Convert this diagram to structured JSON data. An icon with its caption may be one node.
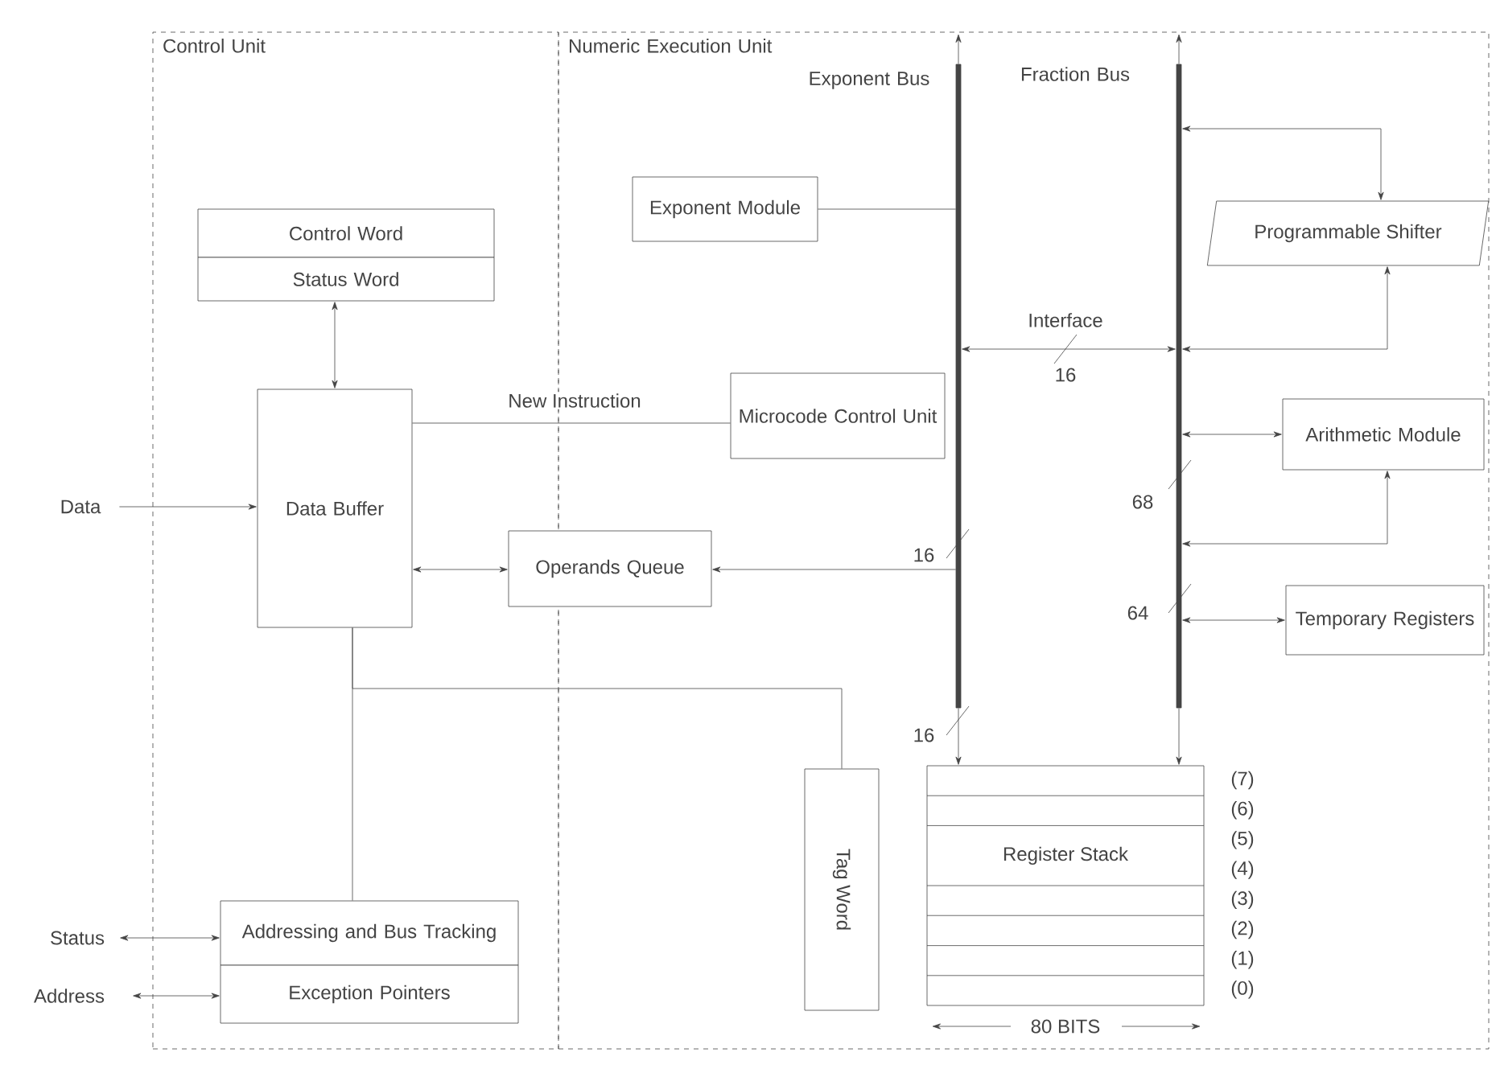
{
  "diagram": {
    "nodes": [
      {
        "text": [
          "Control Unit"
        ]
      },
      {
        "text": [
          "Numeric Execution Unit"
        ]
      },
      {
        "text": [
          "Control Word"
        ],
        "in": 0
      },
      {
        "text": [
          "Status Word"
        ],
        "in": 0
      },
      {
        "text": [
          "Data Buffer"
        ],
        "in": 0
      },
      {
        "text": [
          "Addressing and Bus Tracking"
        ],
        "in": 0
      },
      {
        "text": [
          "Exception Pointers"
        ],
        "in": 0
      },
      {
        "text": [
          "Exponent Module"
        ],
        "in": 1
      },
      {
        "text": [
          "Microcode Control Unit"
        ],
        "in": 1
      },
      {
        "text": [
          "Operands Queue"
        ]
      },
      {
        "text": [
          "Programmable Shifter"
        ],
        "in": 1
      },
      {
        "text": [
          "Arithmetic Module"
        ],
        "in": 1
      },
      {
        "text": [
          "Temporary Registers"
        ],
        "in": 1
      },
      {
        "text": [
          "Tag Word"
        ],
        "in": 1
      },
      {
        "text": [
          "Register Stack"
        ],
        "in": 1
      },
      {
        "text": [
          "Data"
        ]
      },
      {
        "text": [
          "Status"
        ]
      },
      {
        "text": [
          "Address"
        ]
      },
      {
        "text": [],
        "shape": "bar",
        "beside": [
          "Exponent Bus"
        ],
        "in": 1
      },
      {
        "text": [],
        "shape": "bar",
        "beside": [
          "Fraction Bus"
        ],
        "in": 1
      }
    ],
    "edges": [
      {
        "from": 15,
        "to": 4,
        "arrow": "to"
      },
      {
        "from": 3,
        "to": 4,
        "arrow": "both"
      },
      {
        "from": 4,
        "to": 8,
        "arrow": "none",
        "label": "New Instruction"
      },
      {
        "from": 4,
        "to": 9,
        "arrow": "both"
      },
      {
        "from": 18,
        "to": 9,
        "arrow": "to"
      },
      {
        "from": 4,
        "to": 5,
        "arrow": "none"
      },
      {
        "from": 4,
        "to": 13,
        "arrow": "none"
      },
      {
        "from": 16,
        "to": 5,
        "arrow": "both"
      },
      {
        "from": 17,
        "to": 6,
        "arrow": "both"
      },
      {
        "from": 7,
        "to": 18,
        "arrow": "none"
      },
      {
        "from": 18,
        "to": 19,
        "arrow": "both",
        "label": "Interface"
      },
      {
        "from": 19,
        "to": 10,
        "arrow": "both"
      },
      {
        "from": 19,
        "to": 10,
        "arrow": "both"
      },
      {
        "from": 19,
        "to": 11,
        "arrow": "both"
      },
      {
        "from": 19,
        "to": 11,
        "arrow": "both"
      },
      {
        "from": 19,
        "to": 12,
        "arrow": "both"
      },
      {
        "from": 18,
        "to": 14,
        "arrow": "to"
      },
      {
        "from": 19,
        "to": 14,
        "arrow": "to"
      },
      {
        "from": 18,
        "to": null,
        "arrow": "to"
      },
      {
        "from": 19,
        "to": null,
        "arrow": "to"
      }
    ],
    "labels": [
      "16",
      "68",
      "16",
      "64",
      "16",
      "(7)",
      "(6)",
      "(5)",
      "(4)",
      "(3)",
      "(2)",
      "(1)",
      "(0)",
      "80 BITS"
    ]
  }
}
